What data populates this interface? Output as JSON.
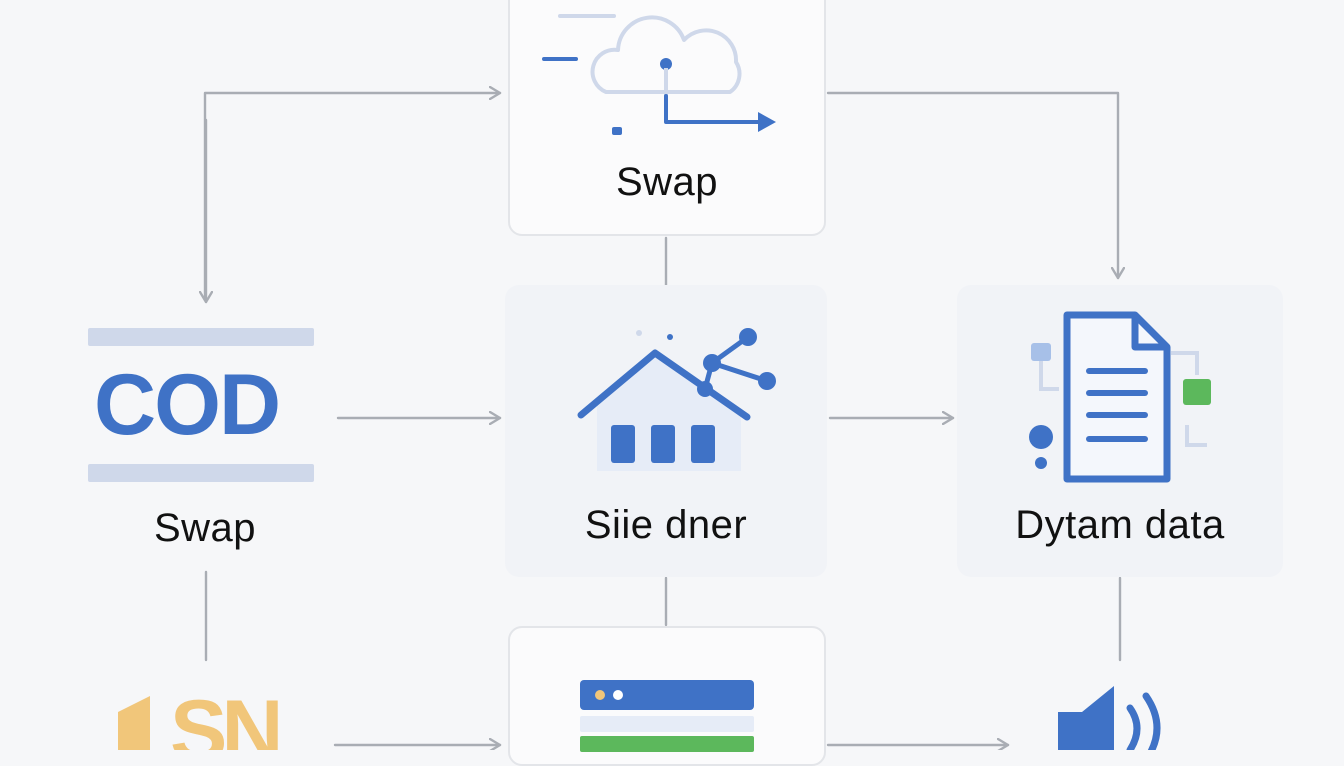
{
  "diagram": {
    "nodes": [
      {
        "id": "top-center",
        "label": "Swap",
        "icon": "cloud-upload-icon"
      },
      {
        "id": "mid-left",
        "label": "Swap",
        "icon_text": "COD"
      },
      {
        "id": "mid-center",
        "label": "Siie dner",
        "icon": "house-network-icon"
      },
      {
        "id": "mid-right",
        "label": "Dytam data",
        "icon": "document-flow-icon"
      },
      {
        "id": "bottom-left",
        "label": "",
        "icon_text": "SN"
      },
      {
        "id": "bottom-center",
        "label": "",
        "icon": "browser-window-icon"
      },
      {
        "id": "bottom-right",
        "label": "",
        "icon": "speaker-icon"
      }
    ],
    "edges": [
      {
        "from": "mid-left",
        "to": "top-center"
      },
      {
        "from": "top-center",
        "to": "mid-left"
      },
      {
        "from": "top-center",
        "to": "mid-right"
      },
      {
        "from": "mid-left",
        "to": "mid-center"
      },
      {
        "from": "mid-center",
        "to": "mid-right"
      },
      {
        "from": "top-center",
        "to": "mid-center"
      },
      {
        "from": "mid-center",
        "to": "bottom-center"
      },
      {
        "from": "mid-left",
        "to": "bottom-left"
      },
      {
        "from": "mid-right",
        "to": "bottom-right"
      },
      {
        "from": "bottom-left",
        "to": "bottom-center"
      },
      {
        "from": "bottom-center",
        "to": "bottom-right"
      }
    ],
    "colors": {
      "accent_blue": "#3f72c6",
      "light_blue": "#cfd8ea",
      "green": "#5cb85c",
      "amber": "#f1c67a",
      "connector": "#a9adb4",
      "text": "#111111"
    }
  }
}
